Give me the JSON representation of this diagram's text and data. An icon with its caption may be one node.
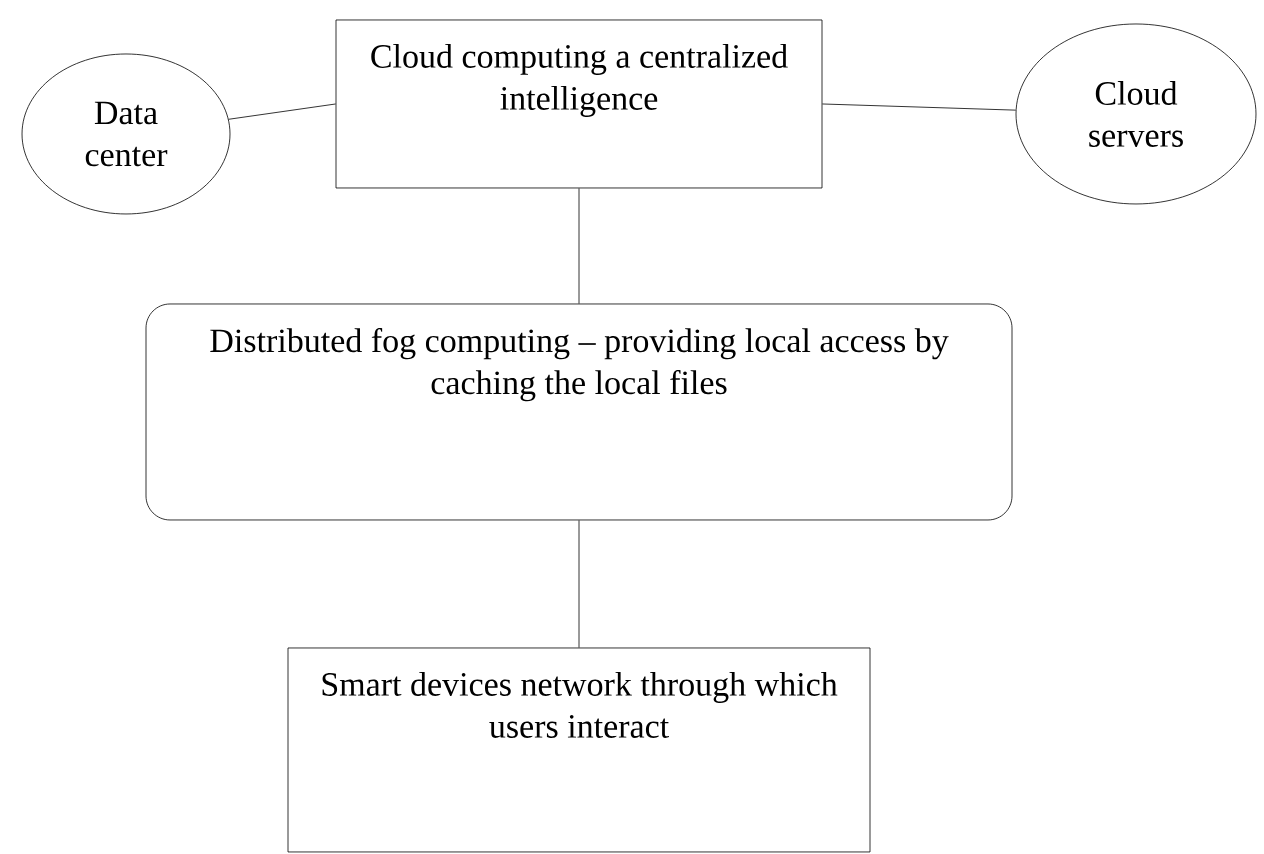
{
  "diagram": {
    "nodes": [
      {
        "text": [
          "Cloud computing a centralized intelligence"
        ]
      },
      {
        "text": [
          "Data center"
        ]
      },
      {
        "text": [
          "Cloud servers"
        ]
      },
      {
        "text": [
          "Distributed fog computing – providing local access by caching the local files"
        ]
      },
      {
        "text": [
          "Smart devices network through which users interact"
        ]
      }
    ],
    "edges": [
      {
        "from": 1,
        "to": 0,
        "arrow": "none"
      },
      {
        "from": 0,
        "to": 2,
        "arrow": "none"
      },
      {
        "from": 0,
        "to": 3,
        "arrow": "none"
      },
      {
        "from": 3,
        "to": 4,
        "arrow": "none"
      }
    ]
  }
}
